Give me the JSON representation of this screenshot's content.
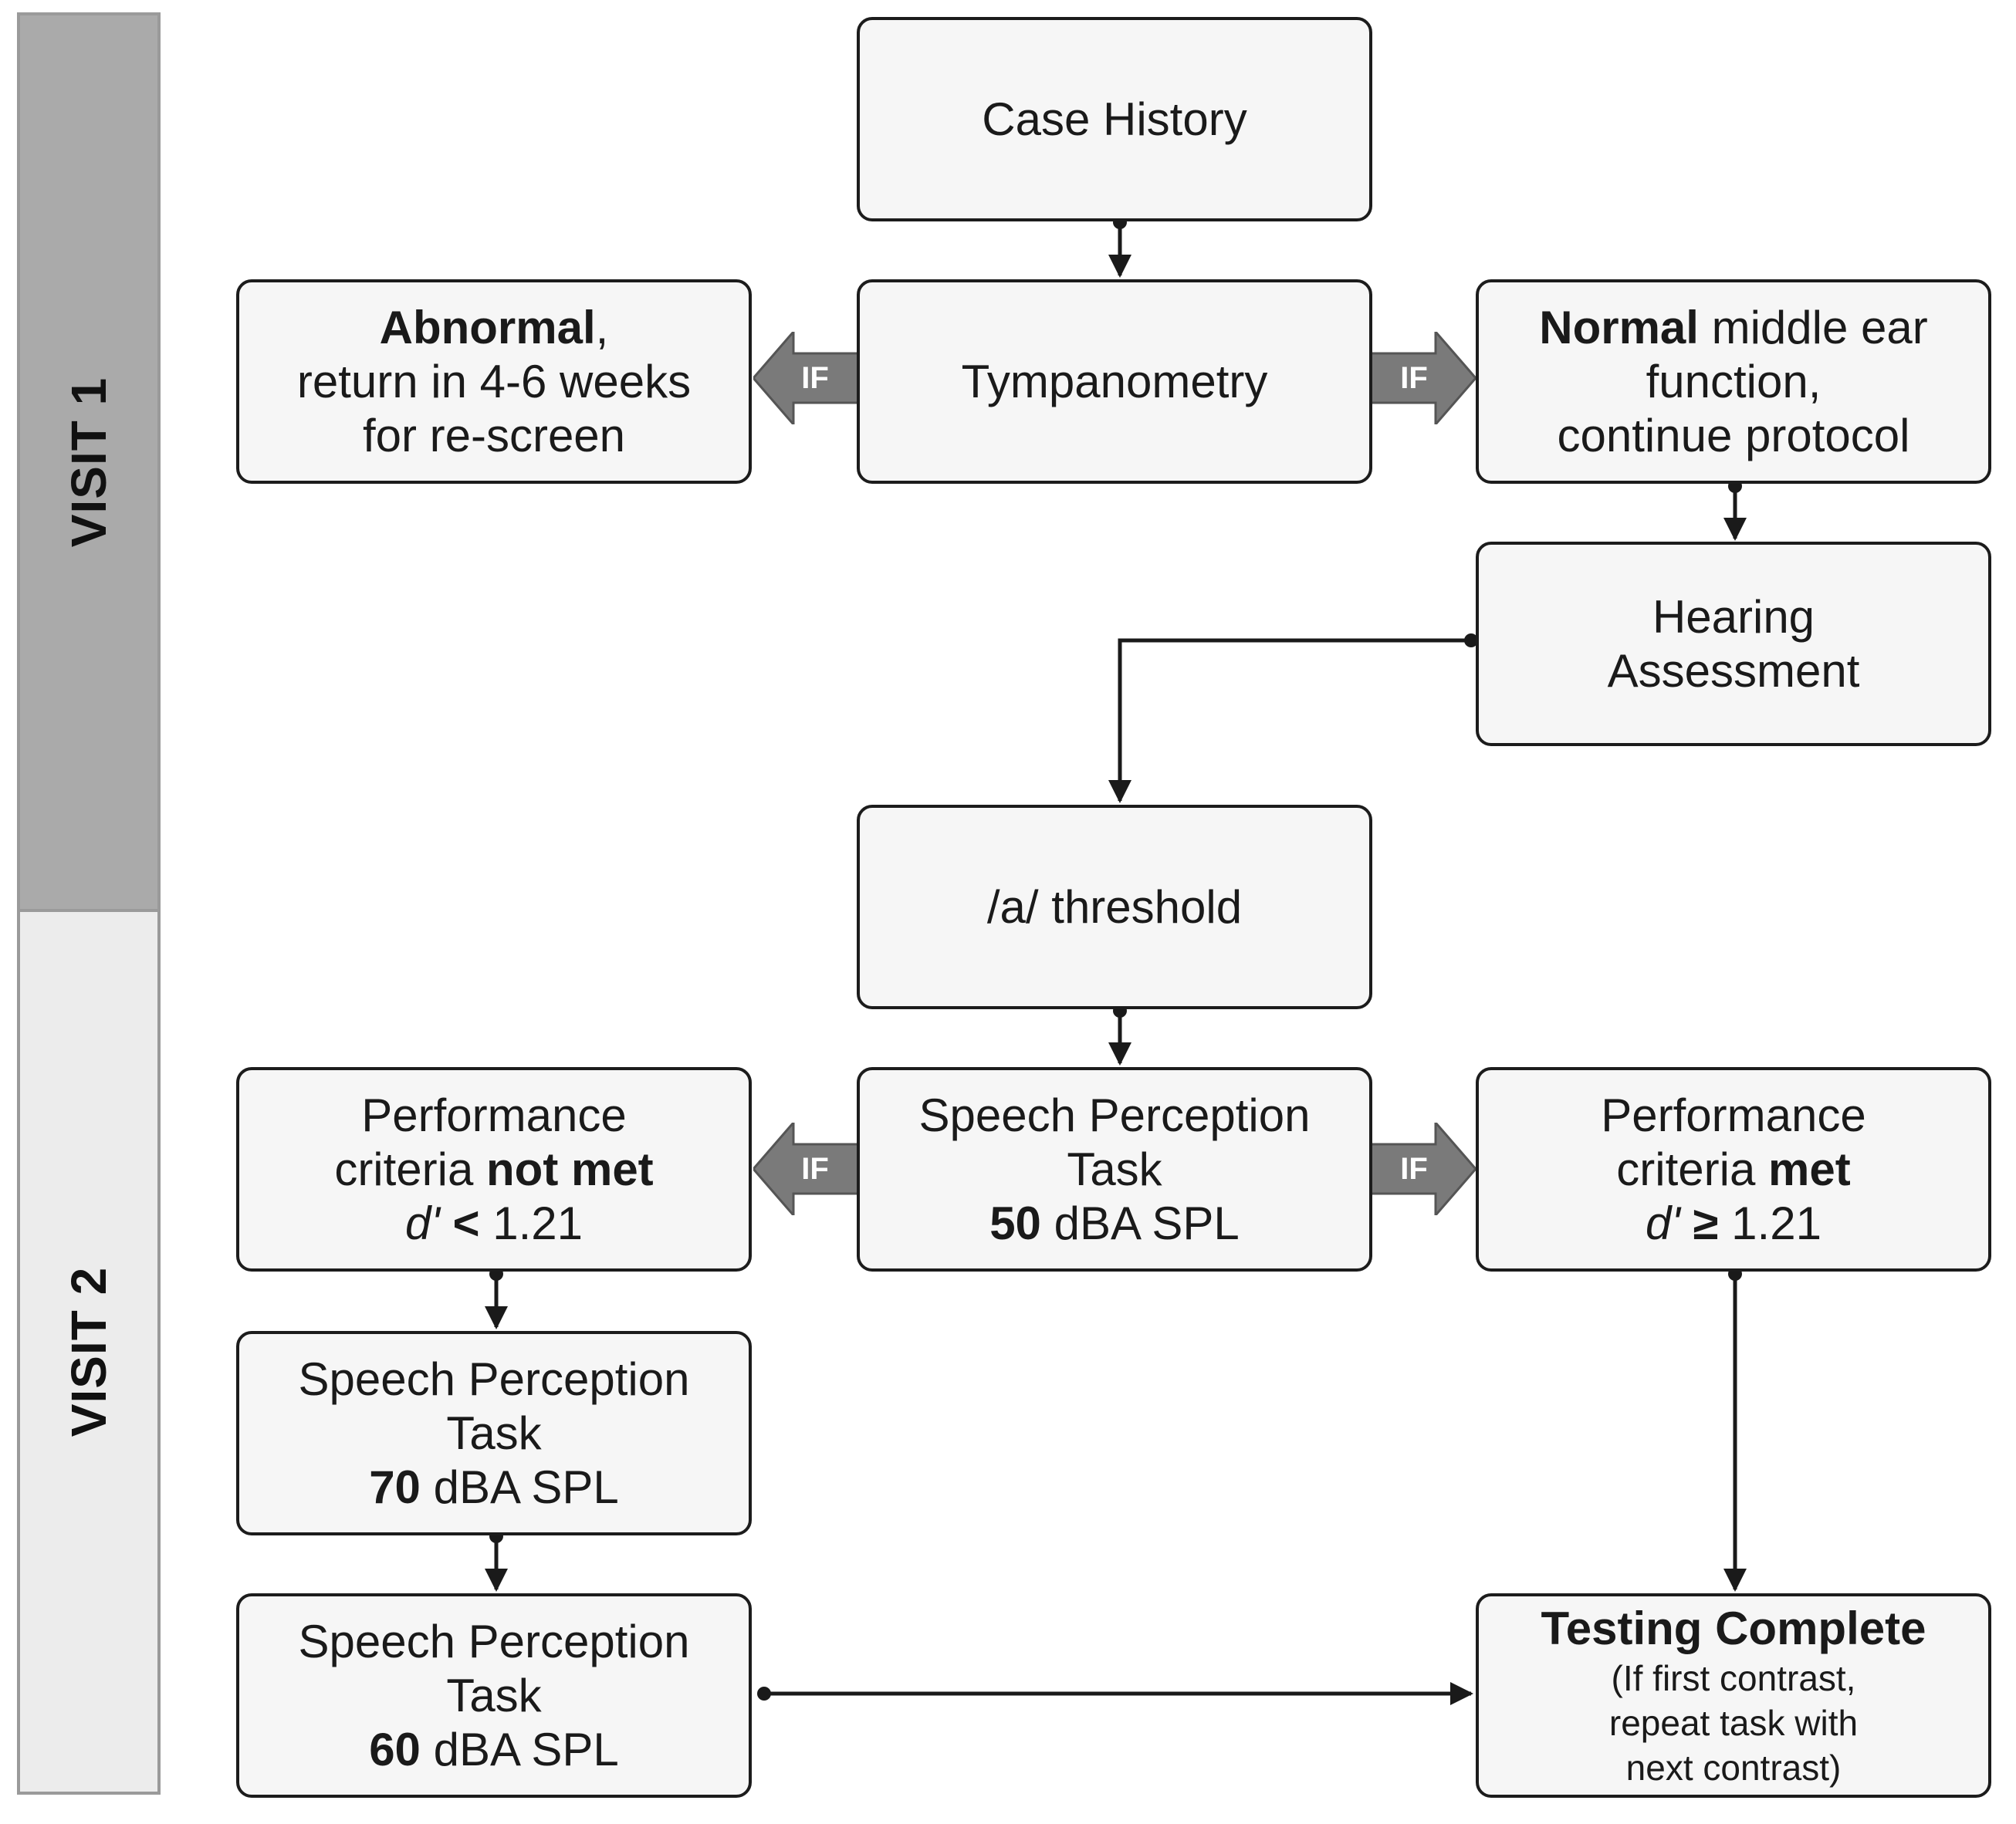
{
  "bands": {
    "visit1": "VISIT 1",
    "visit2": "VISIT 2"
  },
  "if_label": "IF",
  "boxes": {
    "case_history": "Case History",
    "tympanometry": "Tympanometry",
    "abnormal": {
      "bold": "Abnormal",
      "rest": ",",
      "line2": "return in 4-6 weeks",
      "line3": "for re-screen"
    },
    "normal": {
      "bold": "Normal",
      "rest": " middle ear",
      "line2": "function,",
      "line3": "continue protocol"
    },
    "hearing_assessment": {
      "line1": "Hearing",
      "line2": "Assessment"
    },
    "a_threshold": "/a/ threshold",
    "spt_50": {
      "line1": "Speech Perception",
      "line2": "Task",
      "level": "50",
      "unit": " dBA SPL"
    },
    "not_met": {
      "line1": "Performance",
      "line2_prefix": "criteria ",
      "line2_bold": "not met",
      "d_symbol": "d'",
      "operator": " < ",
      "value": "1.21"
    },
    "met": {
      "line1": "Performance",
      "line2_prefix": "criteria ",
      "line2_bold": "met",
      "d_symbol": "d'",
      "operator": " ≥ ",
      "value": "1.21"
    },
    "spt_70": {
      "line1": "Speech Perception",
      "line2": "Task",
      "level": "70",
      "unit": " dBA SPL"
    },
    "spt_60": {
      "line1": "Speech Perception",
      "line2": "Task",
      "level": "60",
      "unit": " dBA SPL"
    },
    "testing_complete": {
      "title": "Testing Complete",
      "line2": "(If first contrast,",
      "line3": "repeat task with",
      "line4": "next contrast)"
    }
  }
}
